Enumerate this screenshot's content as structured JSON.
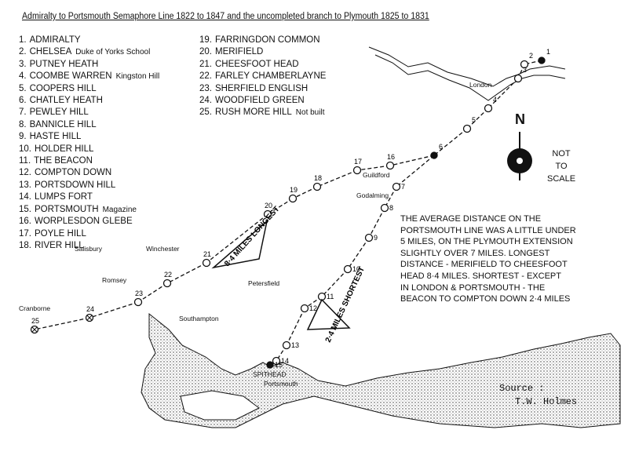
{
  "title": "Admiralty to Portsmouth Semaphore Line 1822 to 1847 and the uncompleted branch to Plymouth 1825 to 1831",
  "stations": [
    {
      "n": "1.",
      "name": "ADMIRALTY",
      "note": ""
    },
    {
      "n": "2.",
      "name": "CHELSEA",
      "note": "Duke of Yorks School"
    },
    {
      "n": "3.",
      "name": "PUTNEY HEATH",
      "note": ""
    },
    {
      "n": "4.",
      "name": "COOMBE WARREN",
      "note": "Kingston Hill"
    },
    {
      "n": "5.",
      "name": "COOPERS HILL",
      "note": ""
    },
    {
      "n": "6.",
      "name": "CHATLEY HEATH",
      "note": ""
    },
    {
      "n": "7.",
      "name": "PEWLEY HILL",
      "note": ""
    },
    {
      "n": "8.",
      "name": "BANNICLE HILL",
      "note": ""
    },
    {
      "n": "9.",
      "name": "HASTE HILL",
      "note": ""
    },
    {
      "n": "10.",
      "name": "HOLDER HILL",
      "note": ""
    },
    {
      "n": "11.",
      "name": "THE BEACON",
      "note": ""
    },
    {
      "n": "12.",
      "name": "COMPTON DOWN",
      "note": ""
    },
    {
      "n": "13.",
      "name": "PORTSDOWN HILL",
      "note": ""
    },
    {
      "n": "14.",
      "name": "LUMPS FORT",
      "note": ""
    },
    {
      "n": "15.",
      "name": "PORTSMOUTH",
      "note": "Magazine"
    },
    {
      "n": "16.",
      "name": "WORPLESDON GLEBE",
      "note": ""
    },
    {
      "n": "17.",
      "name": "POYLE HILL",
      "note": ""
    },
    {
      "n": "18.",
      "name": "RIVER HILL",
      "note": ""
    },
    {
      "n": "19.",
      "name": "FARRINGDON COMMON",
      "note": ""
    },
    {
      "n": "20.",
      "name": "MERIFIELD",
      "note": ""
    },
    {
      "n": "21.",
      "name": "CHEESFOOT HEAD",
      "note": ""
    },
    {
      "n": "22.",
      "name": "FARLEY CHAMBERLAYNE",
      "note": ""
    },
    {
      "n": "23.",
      "name": "SHERFIELD ENGLISH",
      "note": ""
    },
    {
      "n": "24.",
      "name": "WOODFIELD GREEN",
      "note": ""
    },
    {
      "n": "25.",
      "name": "RUSH MORE HILL",
      "note": "Not built"
    }
  ],
  "towns": {
    "london": "London",
    "guildford": "Guildford",
    "godalming": "Godalming",
    "salisbury": "Salisbury",
    "winchester": "Winchester",
    "romsey": "Romsey",
    "petersfield": "Petersfield",
    "cranborne": "Cranborne",
    "southampton": "Southampton",
    "spithead": "SPITHEAD",
    "portsmouth": "Portsmouth"
  },
  "longest_label": "8·4 MILES LONGEST",
  "shortest_label": "2·4 MILES SHORTEST",
  "north": "N",
  "not_to_scale": [
    "NOT",
    "TO",
    "SCALE"
  ],
  "note": [
    "THE AVERAGE DISTANCE ON THE",
    "PORTSMOUTH LINE WAS A LITTLE UNDER",
    "5 MILES, ON THE PLYMOUTH EXTENSION",
    "SLIGHTLY OVER 7 MILES. LONGEST",
    "DISTANCE - MERIFIELD TO CHEESFOOT",
    "HEAD 8·4 MILES. SHORTEST - EXCEPT",
    "IN LONDON & PORTSMOUTH - THE",
    "BEACON TO COMPTON DOWN 2·4 MILES"
  ],
  "source": {
    "label": "Source :",
    "author": "T.W. Holmes"
  }
}
